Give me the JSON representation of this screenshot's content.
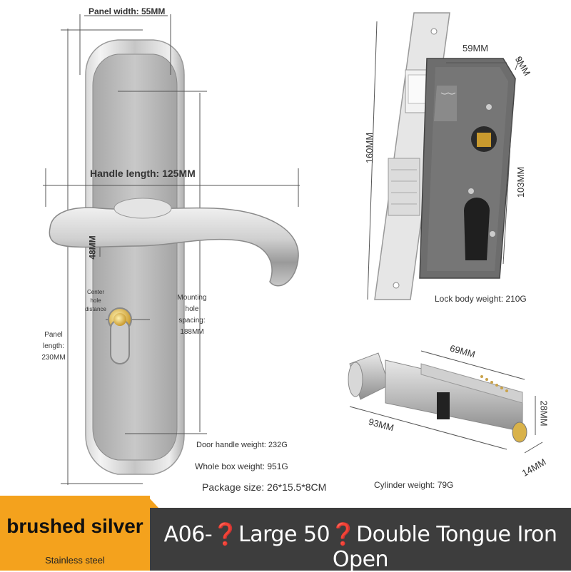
{
  "labels": {
    "panel_width": "Panel width: 55MM",
    "handle_length": "Handle length: 125MM",
    "handle_height": "48MM",
    "center_hole": [
      "Center",
      "hole",
      "distance"
    ],
    "mounting_hole": [
      "Mounting",
      "hole",
      "spacing:",
      "188MM"
    ],
    "panel_length": [
      "Panel",
      "length:",
      "230MM"
    ],
    "door_handle_weight": "Door handle weight: 232G",
    "whole_box_weight": "Whole box weight: 951G",
    "package_size": "Package size: 26*15.5*8CM",
    "lock_width": "59MM",
    "lock_depth": "9MM",
    "lock_height": "160MM",
    "lock_body_height": "103MM",
    "lock_body_weight": "Lock body weight: 210G",
    "cyl_length_top": "69MM",
    "cyl_height": "28MM",
    "cyl_length": "93MM",
    "cyl_width": "14MM",
    "cylinder_weight": "Cylinder weight: 79G"
  },
  "banner": {
    "finish": "brushed silver",
    "material": "Stainless steel",
    "model": "A06-❓Large 50❓Double Tongue Iron Open"
  },
  "colors": {
    "accent_orange": "#f4a21d",
    "banner_dark": "#3d3d3d",
    "steel_light": "#dcdcdc",
    "steel_dark": "#9a9a9a",
    "lock_body": "#6a6a6a",
    "brass": "#d9b24a"
  }
}
